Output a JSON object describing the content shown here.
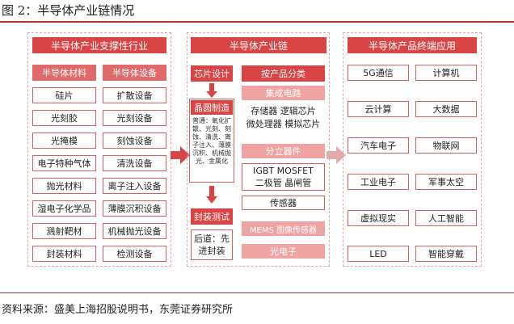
{
  "figure_title": "图 2：半导体产业链情况",
  "source": "资料来源：盛美上海招股说明书，东莞证券研究所",
  "left_panel": {
    "header": "半导体产业支撑性行业",
    "materials": {
      "title": "半导体材料",
      "items": [
        "硅片",
        "光刻胶",
        "光掩模",
        "电子特种气体",
        "抛光材料",
        "湿电子化学品",
        "溅射靶材",
        "封装材料"
      ]
    },
    "equipment": {
      "title": "半导体设备",
      "items": [
        "扩散设备",
        "光刻设备",
        "刻蚀设备",
        "清洗设备",
        "离子注入设备",
        "薄膜沉积设备",
        "机械抛光设备",
        "检测设备"
      ]
    }
  },
  "middle_panel": {
    "header": "半导体产业链",
    "chip_design": "芯片设计",
    "wafer_mfg": "晶圆制造",
    "wafer_detail": "普通：氧化扩散、光刻、刻蚀、清洗、离子注入、薄膜沉积、机械抛光、金属化",
    "packaging": "封装测试",
    "packaging_detail": "后道：先进封装",
    "by_product": "按产品分类",
    "ic": "集成电路",
    "ic_detail_1": "存储器 逻辑芯片",
    "ic_detail_2": "微处理器 模拟芯片",
    "discrete": "分立器件",
    "discrete_detail_1": "IGBT MOSFET",
    "discrete_detail_2": "二极管 晶闸管",
    "sensor": "传感器",
    "mems": "MEMS 图像传感器",
    "opto": "光电子"
  },
  "right_panel": {
    "header": "半导体产品终端应用",
    "apps": [
      [
        "5G通信",
        "计算机"
      ],
      [
        "云计算",
        "大数据"
      ],
      [
        "汽车电子",
        "物联网"
      ],
      [
        "工业电子",
        "军事太空"
      ],
      [
        "虚拟现实",
        "人工智能"
      ],
      [
        "LED",
        "智能穿戴"
      ]
    ]
  },
  "colors": {
    "accent": "#d94545",
    "light": "#f0a3a3",
    "rule": "#b8312f",
    "arrow_grey": "#e3aaaa"
  }
}
